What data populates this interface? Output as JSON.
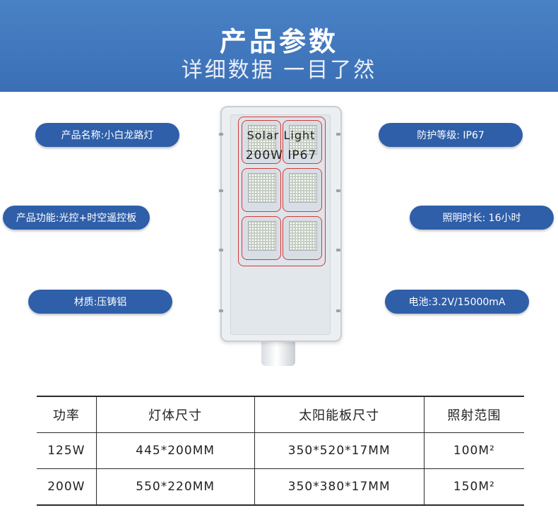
{
  "banner": {
    "title": "产品参数",
    "subtitle": "详细数据 一目了然",
    "color": "#3a6fb5"
  },
  "specs": {
    "name": "产品名称:小白龙路灯",
    "function": "产品功能:光控+时空遥控板",
    "material": "材质:压铸铝",
    "protection": "防护等级: IP67",
    "lighting_time": "照明时长: 16小时",
    "battery": "电池:3.2V/15000mA",
    "pill_color": "#2f5fa9"
  },
  "lamp": {
    "label_line1": "Solar  Light",
    "label_line2": "200W  IP67",
    "accent": "#d23a3a"
  },
  "table": {
    "headers": [
      "功率",
      "灯体尺寸",
      "太阳能板尺寸",
      "照射范围"
    ],
    "rows": [
      [
        "125W",
        "445*200MM",
        "350*520*17MM",
        "100M²"
      ],
      [
        "200W",
        "550*220MM",
        "350*380*17MM",
        "150M²"
      ]
    ]
  }
}
